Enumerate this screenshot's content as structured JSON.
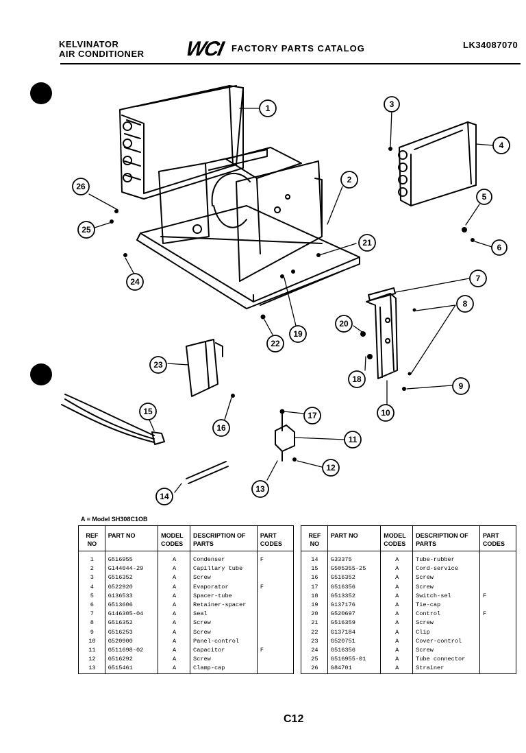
{
  "header": {
    "brand_line1": "KELVINATOR",
    "brand_line2": "AIR CONDITIONER",
    "logo": "WCI",
    "catalog_title": "FACTORY PARTS CATALOG",
    "catalog_code": "LK34087070"
  },
  "diagram": {
    "callouts": [
      "1",
      "2",
      "3",
      "4",
      "5",
      "6",
      "7",
      "8",
      "9",
      "10",
      "11",
      "12",
      "13",
      "14",
      "15",
      "16",
      "17",
      "18",
      "19",
      "20",
      "21",
      "22",
      "23",
      "24",
      "25",
      "26"
    ]
  },
  "model_note": "A = Model SH308C1OB",
  "table": {
    "headers": {
      "ref_no": "REF NO",
      "part_no": "PART NO",
      "model_codes": "MODEL CODES",
      "description": "DESCRIPTION OF PARTS",
      "part_codes": "PART CODES"
    },
    "left_rows": [
      {
        "ref": "1",
        "part": "G516955",
        "model": "A",
        "desc": "Condenser",
        "code": "F"
      },
      {
        "ref": "2",
        "part": "G144044-29",
        "model": "A",
        "desc": "Capillary tube",
        "code": ""
      },
      {
        "ref": "3",
        "part": "G516352",
        "model": "A",
        "desc": "Screw",
        "code": ""
      },
      {
        "ref": "4",
        "part": "G522920",
        "model": "A",
        "desc": "Evaporator",
        "code": "F"
      },
      {
        "ref": "5",
        "part": "G136533",
        "model": "A",
        "desc": "Spacer-tube",
        "code": ""
      },
      {
        "ref": "6",
        "part": "G513606",
        "model": "A",
        "desc": "Retainer-spacer",
        "code": ""
      },
      {
        "ref": "7",
        "part": "G146305-04",
        "model": "A",
        "desc": "Seal",
        "code": ""
      },
      {
        "ref": "8",
        "part": "G516352",
        "model": "A",
        "desc": "Screw",
        "code": ""
      },
      {
        "ref": "9",
        "part": "G516253",
        "model": "A",
        "desc": "Screw",
        "code": ""
      },
      {
        "ref": "10",
        "part": "G520900",
        "model": "A",
        "desc": "Panel-control",
        "code": ""
      },
      {
        "ref": "11",
        "part": "G511698-02",
        "model": "A",
        "desc": "Capacitor",
        "code": "F"
      },
      {
        "ref": "12",
        "part": "G516292",
        "model": "A",
        "desc": "Screw",
        "code": ""
      },
      {
        "ref": "13",
        "part": "G515461",
        "model": "A",
        "desc": "Clamp-cap",
        "code": ""
      }
    ],
    "right_rows": [
      {
        "ref": "14",
        "part": "G33375",
        "model": "A",
        "desc": "Tube-rubber",
        "code": ""
      },
      {
        "ref": "15",
        "part": "G505355-25",
        "model": "A",
        "desc": "Cord-service",
        "code": ""
      },
      {
        "ref": "16",
        "part": "G516352",
        "model": "A",
        "desc": "Screw",
        "code": ""
      },
      {
        "ref": "17",
        "part": "G516356",
        "model": "A",
        "desc": "Screw",
        "code": ""
      },
      {
        "ref": "18",
        "part": "G513352",
        "model": "A",
        "desc": "Switch-sel",
        "code": "F"
      },
      {
        "ref": "19",
        "part": "G137176",
        "model": "A",
        "desc": "Tie-cap",
        "code": ""
      },
      {
        "ref": "20",
        "part": "G520697",
        "model": "A",
        "desc": "Control",
        "code": "F"
      },
      {
        "ref": "21",
        "part": "G516359",
        "model": "A",
        "desc": "Screw",
        "code": ""
      },
      {
        "ref": "22",
        "part": "G137184",
        "model": "A",
        "desc": "Clip",
        "code": ""
      },
      {
        "ref": "23",
        "part": "G520751",
        "model": "A",
        "desc": "Cover-control",
        "code": ""
      },
      {
        "ref": "24",
        "part": "G516356",
        "model": "A",
        "desc": "Screw",
        "code": ""
      },
      {
        "ref": "25",
        "part": "G516955-01",
        "model": "A",
        "desc": "Tube connector",
        "code": ""
      },
      {
        "ref": "26",
        "part": "G84701",
        "model": "A",
        "desc": "Strainer",
        "code": ""
      }
    ]
  },
  "page_number": "C12"
}
